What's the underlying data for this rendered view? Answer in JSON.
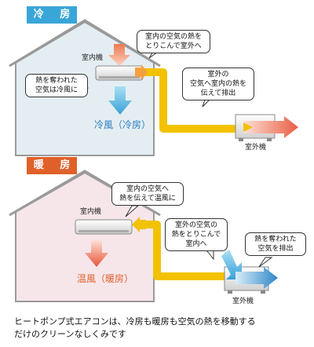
{
  "cooling": {
    "tag": "冷 房",
    "indoor_unit_label": "室内機",
    "outdoor_unit_label": "室外機",
    "bubble_indoor": [
      "室内の空気の熱を",
      "とりこんで室外へ"
    ],
    "bubble_cold": [
      "熱を奪われた",
      "空気は冷風に"
    ],
    "bubble_outdoor": [
      "室外の",
      "空気へ室内の熱を",
      "伝えて排出"
    ],
    "airflow_label": "冷風（冷房）",
    "colors": {
      "tag": "#39a6d8",
      "house": "#e4eef2",
      "airflow": "#2a7ac0"
    }
  },
  "heating": {
    "tag": "暖 房",
    "indoor_unit_label": "室内機",
    "outdoor_unit_label": "室外機",
    "bubble_indoor": [
      "室内の空気へ",
      "熱を伝えて温風に"
    ],
    "bubble_outdoor": [
      "室外の空気の",
      "熱をとりこんで",
      "室内へ"
    ],
    "bubble_exhaust": [
      "熱を奪われた",
      "空気を排出"
    ],
    "airflow_label": "温風（暖房）",
    "colors": {
      "tag": "#e0602a",
      "house": "#f6e6ea",
      "airflow": "#e0602a"
    }
  },
  "caption": [
    "ヒートポンプ式エアコンは、冷房も暖房も空気の熱を移動する",
    "だけのクリーンなしくみです"
  ],
  "pipe_color": "#f2c200"
}
